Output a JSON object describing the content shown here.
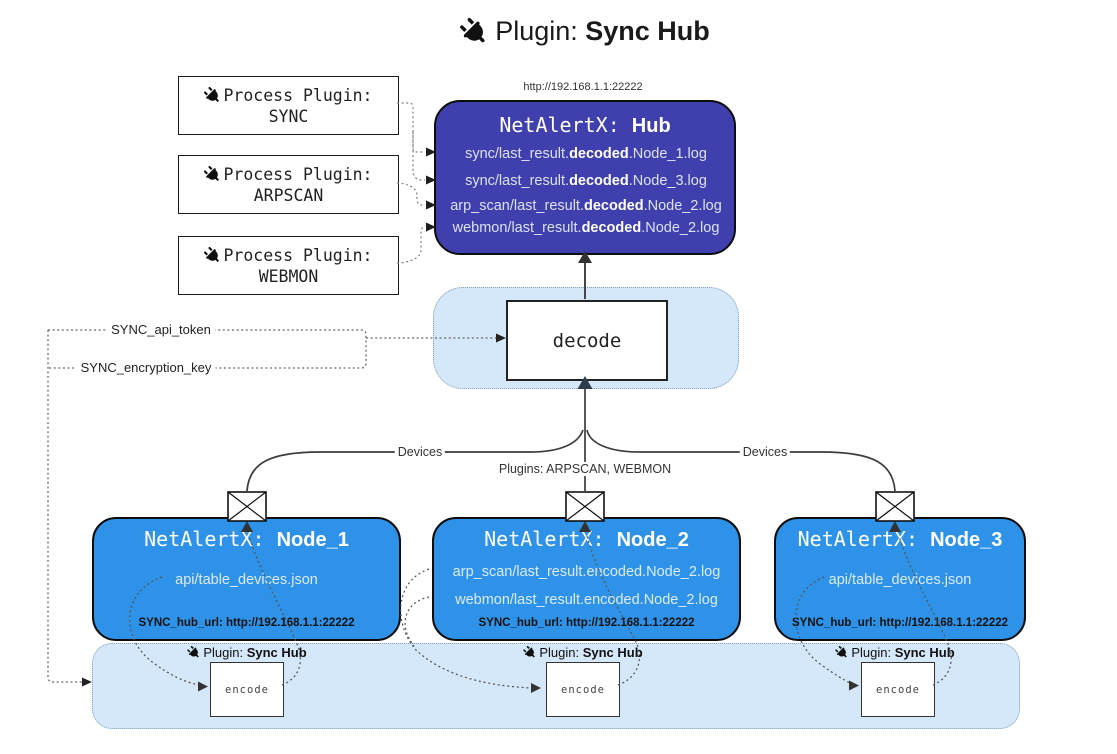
{
  "title": {
    "prefix": "Plugin: ",
    "bold": "Sync Hub"
  },
  "icons": {
    "plug_icon": "power-plug",
    "envelope_icon": "envelope-message"
  },
  "colors": {
    "hub_bg": "#3f3fae",
    "node_bg": "#2e93e8",
    "panel_bg": "#d5e8f9",
    "hub_text": "#dde2f0",
    "node_text": "#ddebfa"
  },
  "process_plugins": [
    {
      "label": "Process Plugin:",
      "name": "SYNC"
    },
    {
      "label": "Process Plugin:",
      "name": "ARPSCAN"
    },
    {
      "label": "Process Plugin:",
      "name": "WEBMON"
    }
  ],
  "hub": {
    "url_label": "http://192.168.1.1:22222",
    "title_prefix": "NetAlertX: ",
    "title_bold": "Hub",
    "logs": [
      {
        "pre": "sync/last_result.",
        "bold": "decoded",
        "post": ".Node_1.log"
      },
      {
        "pre": "sync/last_result.",
        "bold": "decoded",
        "post": ".Node_3.log"
      },
      {
        "pre": "arp_scan/last_result.",
        "bold": "decoded",
        "post": ".Node_2.log"
      },
      {
        "pre": "webmon/last_result.",
        "bold": "decoded",
        "post": ".Node_2.log"
      }
    ]
  },
  "decode": {
    "label": "decode"
  },
  "secrets": {
    "api_token": "SYNC_api_token",
    "encryption_key": "SYNC_encryption_key"
  },
  "edges": {
    "devices_left": "Devices",
    "devices_right": "Devices",
    "plugins_center": "Plugins: ARPSCAN, WEBMON"
  },
  "nodes": [
    {
      "title_prefix": "NetAlertX: ",
      "title_bold": "Node_1",
      "files": [
        "api/table_devices.json"
      ],
      "hub_url": "SYNC_hub_url: http://192.168.1.1:22222"
    },
    {
      "title_prefix": "NetAlertX: ",
      "title_bold": "Node_2",
      "files": [
        "arp_scan/last_result.encoded.Node_2.log",
        "webmon/last_result.encoded.Node_2.log"
      ],
      "hub_url": "SYNC_hub_url: http://192.168.1.1:22222"
    },
    {
      "title_prefix": "NetAlertX: ",
      "title_bold": "Node_3",
      "files": [
        "api/table_devices.json"
      ],
      "hub_url": "SYNC_hub_url: http://192.168.1.1:22222"
    }
  ],
  "band": {
    "instances": [
      {
        "prefix": "Plugin: ",
        "bold": "Sync Hub",
        "encode_label": "encode"
      },
      {
        "prefix": "Plugin: ",
        "bold": "Sync Hub",
        "encode_label": "encode"
      },
      {
        "prefix": "Plugin: ",
        "bold": "Sync Hub",
        "encode_label": "encode"
      }
    ]
  }
}
